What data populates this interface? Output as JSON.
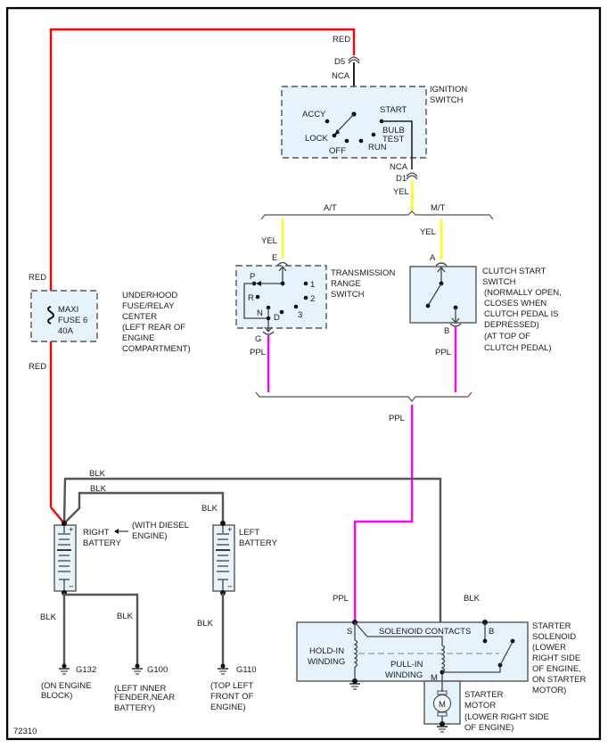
{
  "diagram_id": "72310",
  "colors": {
    "red_wire": "#ff0000",
    "yellow_wire": "#ffff00",
    "purple_wire": "#ff00ff",
    "black_wire": "#555555",
    "component_fill": "#e6f3fb"
  },
  "wires": {
    "red_top": "RED",
    "red_above_fuse": "RED",
    "red_below_fuse": "RED",
    "nca_top": "NCA",
    "nca_bottom": "NCA",
    "yel_after_d1": "YEL",
    "yel_at": "YEL",
    "yel_mt": "YEL",
    "ppl_at": "PPL",
    "ppl_mt": "PPL",
    "ppl_merged": "PPL",
    "ppl_solenoid": "PPL",
    "blk_top1": "BLK",
    "blk_top2": "BLK",
    "blk_left_battery": "BLK",
    "blk_solenoid": "BLK",
    "blk_g132": "BLK",
    "blk_g100": "BLK",
    "blk_g110": "BLK"
  },
  "connectors": {
    "d5": "D5",
    "d1": "D1",
    "e": "E",
    "g": "G",
    "a": "A",
    "b": "B"
  },
  "branches": {
    "at": "A/T",
    "mt": "M/T"
  },
  "ignition_switch": {
    "label": [
      "IGNITION",
      "SWITCH"
    ],
    "positions": {
      "accy": "ACCY",
      "lock": "LOCK",
      "off": "OFF",
      "run": "RUN",
      "start": "START",
      "bulb": "BULB",
      "test": "TEST"
    }
  },
  "transmission_range_switch": {
    "label": [
      "TRANSMISSION",
      "RANGE",
      "SWITCH"
    ],
    "positions": {
      "p": "P",
      "r": "R",
      "n": "N",
      "d": "D",
      "p1": "1",
      "p2": "2",
      "p3": "3"
    }
  },
  "clutch_start_switch": {
    "label": [
      "CLUTCH START",
      "SWITCH",
      " (NORMALLY OPEN,",
      " CLOSES WHEN",
      " CLUTCH PEDAL IS",
      " DEPRESSED)",
      " (AT TOP OF",
      " CLUTCH PEDAL)"
    ]
  },
  "fuse": {
    "lines": [
      "MAXI",
      "FUSE 6",
      "40A"
    ],
    "location": [
      "UNDERHOOD",
      "FUSE/RELAY",
      "CENTER",
      "(LEFT REAR OF",
      " ENGINE",
      " COMPARTMENT)"
    ]
  },
  "batteries": {
    "right": {
      "label": [
        "RIGHT",
        "BATTERY"
      ],
      "plus": "+",
      "minus": "−"
    },
    "left": {
      "label": [
        "LEFT",
        "BATTERY"
      ],
      "plus": "+",
      "minus": "−"
    },
    "diesel_note": [
      "(WITH DIESEL",
      "ENGINE)"
    ]
  },
  "grounds": [
    {
      "id": "G132",
      "location": [
        "(ON ENGINE",
        "BLOCK)"
      ]
    },
    {
      "id": "G100",
      "location": [
        "(LEFT INNER",
        "FENDER,NEAR",
        "BATTERY)"
      ]
    },
    {
      "id": "G110",
      "location": [
        "(TOP LEFT",
        "FRONT OF",
        "ENGINE)"
      ]
    }
  ],
  "starter_solenoid": {
    "label": [
      "STARTER",
      "SOLENOID",
      "(LOWER",
      "RIGHT SIDE",
      "OF ENGINE,",
      "ON STARTER",
      "MOTOR)"
    ],
    "contacts": "SOLENOID CONTACTS",
    "hold_in": [
      "HOLD-IN",
      "WINDING"
    ],
    "pull_in": [
      "PULL-IN",
      "WINDING"
    ],
    "terminal_s": "S",
    "terminal_b": "B",
    "terminal_m": "M"
  },
  "starter_motor": {
    "symbol": "M",
    "label": [
      "STARTER",
      "MOTOR",
      "(LOWER RIGHT SIDE",
      "OF ENGINE)"
    ]
  }
}
